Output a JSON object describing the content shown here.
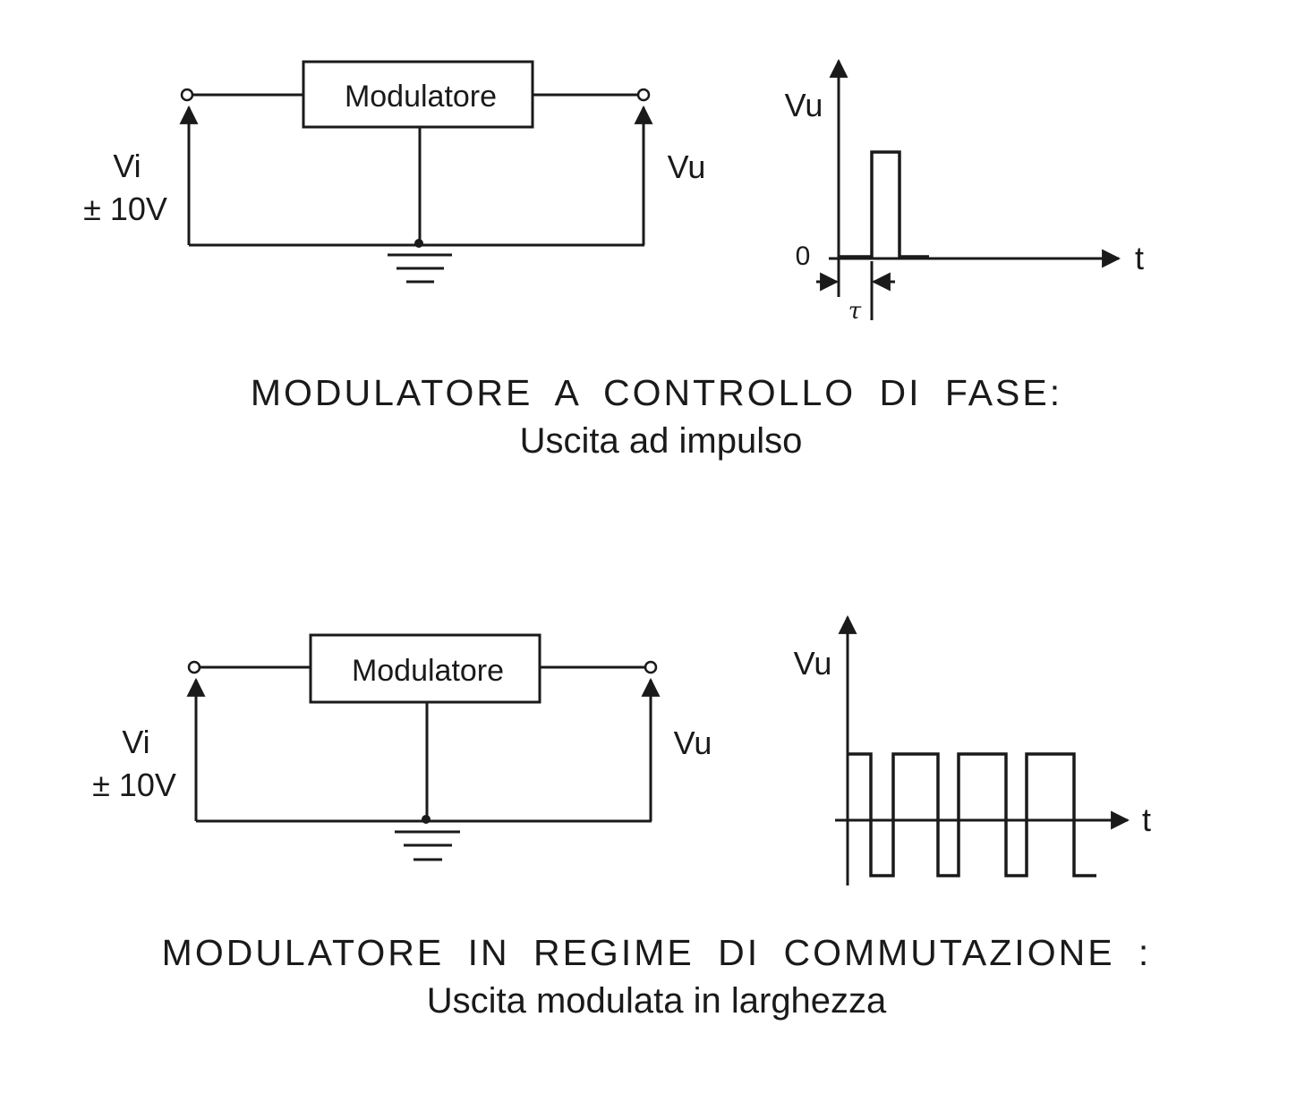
{
  "panel1": {
    "block_label": "Modulatore",
    "input_label": "Vi",
    "input_range": "± 10V",
    "output_label": "Vu",
    "graph": {
      "y_label": "Vu",
      "x_label": "t",
      "origin_label": "0",
      "pulse_width_label": "τ"
    },
    "caption_title": "MODULATORE  A  CONTROLLO  DI  FASE:",
    "caption_subtitle": "Uscita ad impulso"
  },
  "panel2": {
    "block_label": "Modulatore",
    "input_label": "Vi",
    "input_range": "± 10V",
    "output_label": "Vu",
    "graph": {
      "y_label": "Vu",
      "x_label": "t"
    },
    "caption_title": "MODULATORE  IN  REGIME  DI  COMMUTAZIONE :",
    "caption_subtitle": "Uscita modulata in larghezza"
  }
}
